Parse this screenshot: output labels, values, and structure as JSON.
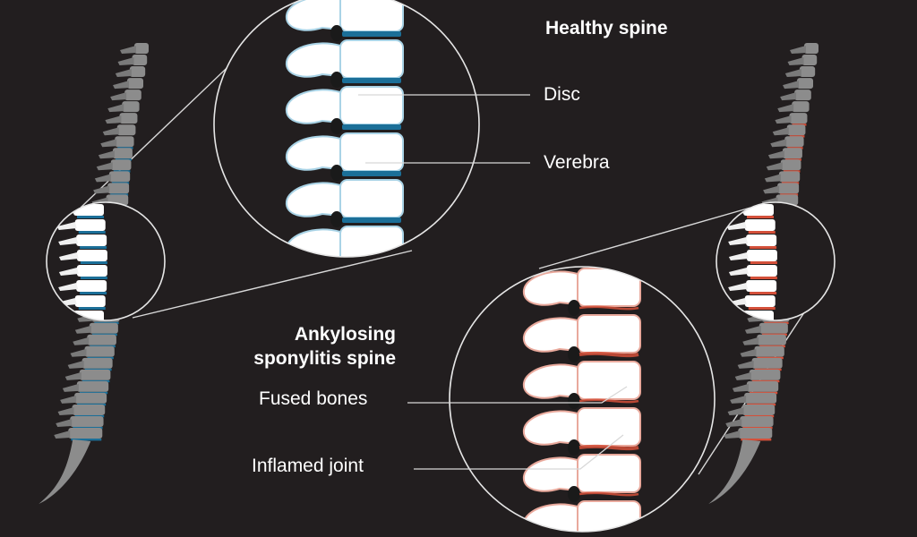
{
  "healthy": {
    "title": "Healthy spine",
    "labels": {
      "disc": "Disc",
      "vertebra": "Verebra"
    }
  },
  "ankylosing": {
    "title_line1": "Ankylosing",
    "title_line2": "sponylitis spine",
    "labels": {
      "fused": "Fused bones",
      "inflamed": "Inflamed joint"
    }
  },
  "colors": {
    "background": "#221e1f",
    "bone_gray": "#8c8c8c",
    "healthy_disc": "#1b6f98",
    "inflamed_disc": "#d4503a",
    "bone_white": "#ffffff",
    "line": "#d8d8d8"
  }
}
